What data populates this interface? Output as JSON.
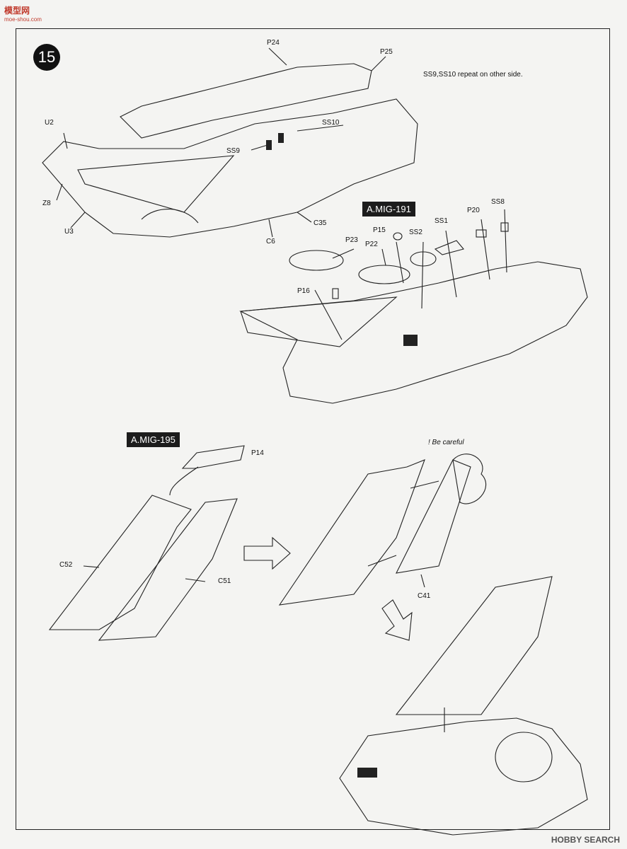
{
  "watermark_top": {
    "title": "模型网",
    "url": "moe-shou.com"
  },
  "step_number": "15",
  "note_repeat": "SS9,SS10 repeat on other side.",
  "tag_191": "A.MIG-191",
  "tag_195": "A.MIG-195",
  "warning": "! Be careful",
  "labels": {
    "P24": "P24",
    "P25": "P25",
    "U2": "U2",
    "SS10": "SS10",
    "SS9": "SS9",
    "Z8": "Z8",
    "U3": "U3",
    "C35": "C35",
    "C6": "C6",
    "P15": "P15",
    "SS2": "SS2",
    "SS1": "SS1",
    "P20": "P20",
    "SS8": "SS8",
    "P23": "P23",
    "P22": "P22",
    "P16": "P16",
    "P14": "P14",
    "C52": "C52",
    "C51": "C51",
    "C41": "C41"
  },
  "watermark_bottom": "HOBBY SEARCH"
}
